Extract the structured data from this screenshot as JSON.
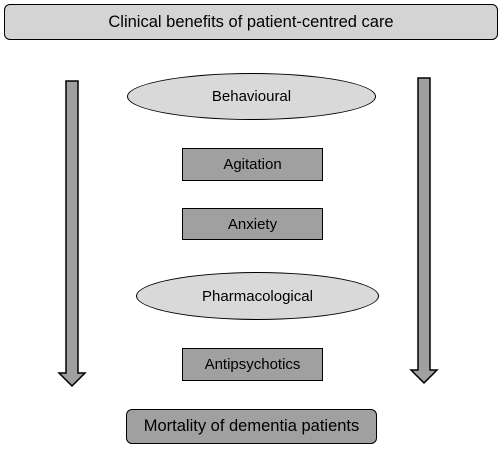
{
  "diagram": {
    "title": "Clinical benefits of patient-centred care",
    "categories": {
      "behavioural": "Behavioural",
      "pharmacological": "Pharmacological"
    },
    "outcomes": {
      "agitation": "Agitation",
      "anxiety": "Anxiety",
      "antipsychotics": "Antipsychotics"
    },
    "endpoint": "Mortality of dementia patients"
  },
  "colors": {
    "title_fill": "#d4d4d4",
    "ellipse_fill": "#d9d9d9",
    "box_fill": "#a0a0a0",
    "arrow_fill": "#a0a0a0",
    "outline": "#000000"
  }
}
